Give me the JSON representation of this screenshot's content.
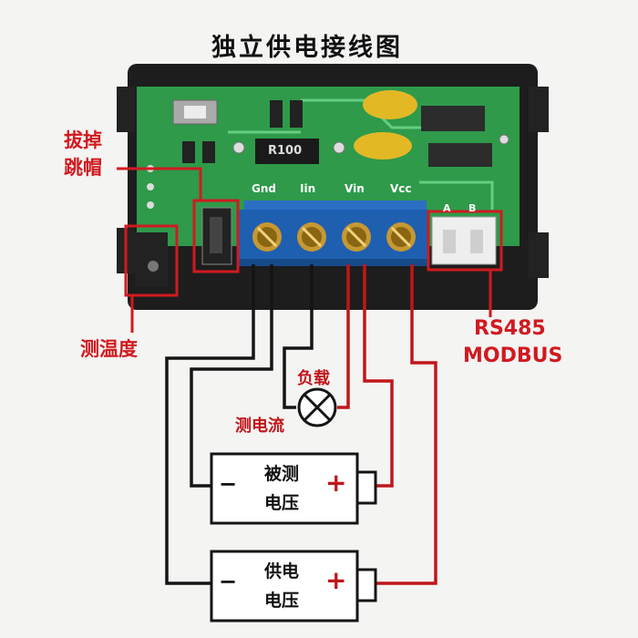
{
  "title": "独立供电接线图",
  "labels": {
    "remove_jumper_line1": "拔掉",
    "remove_jumper_line2": "跳帽",
    "measure_temp": "测温度",
    "rs485": "RS485",
    "modbus": "MODBUS",
    "load": "负载",
    "measure_current": "测电流"
  },
  "terminals": [
    "Gnd",
    "Iin",
    "Vin",
    "Vcc"
  ],
  "connector_pins": [
    "A",
    "B"
  ],
  "resistor_marking": "R100",
  "batteries": [
    {
      "line1": "被测",
      "line2": "电压",
      "neg": "−",
      "pos": "+"
    },
    {
      "line1": "供电",
      "line2": "电压",
      "neg": "−",
      "pos": "+"
    }
  ],
  "colors": {
    "pcb": "#2e9a4a",
    "terminal": "#1f5fb0",
    "red_wire": "#c0161b",
    "black_wire": "#151515",
    "annot_red": "#d01a20"
  }
}
